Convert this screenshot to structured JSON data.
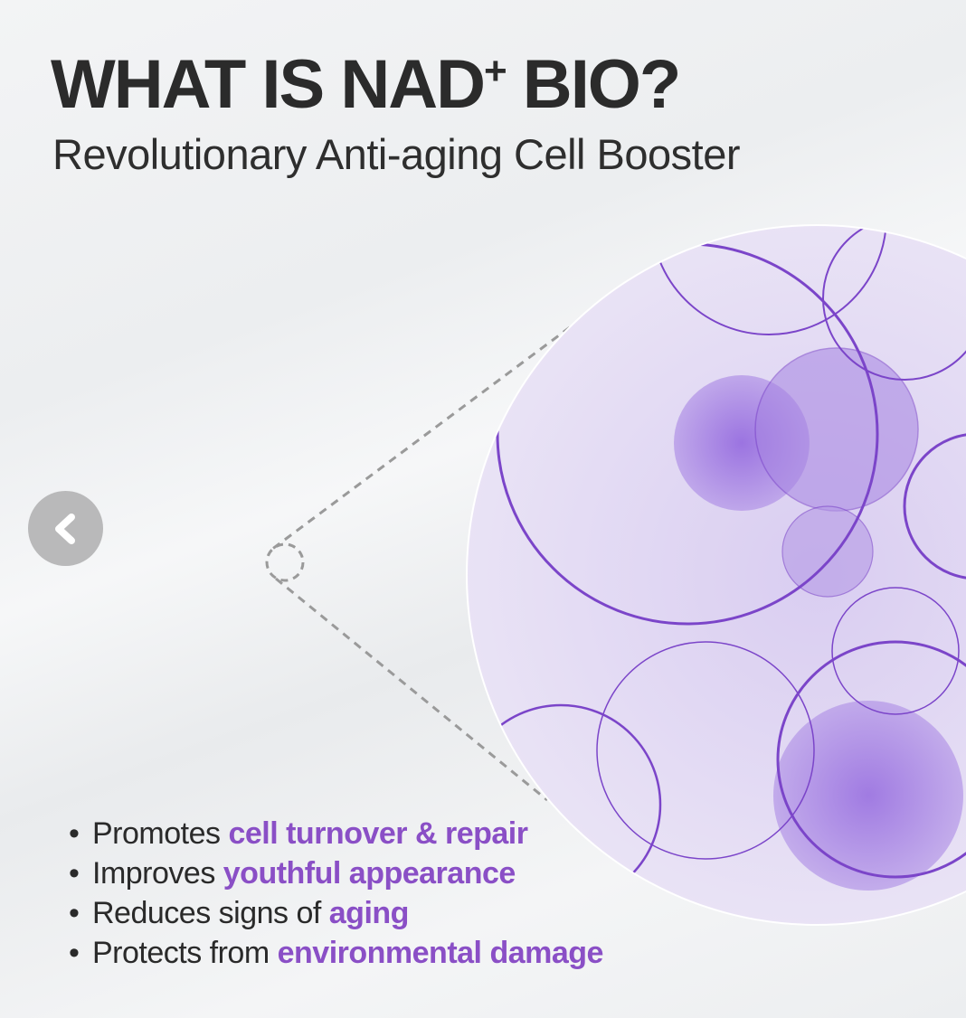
{
  "header": {
    "title_main": "WHAT IS NAD",
    "title_sup": "+",
    "title_end": " BIO?",
    "subtitle": "Revolutionary Anti-aging Cell Booster"
  },
  "carousel": {
    "prev_icon": "chevron-left-icon"
  },
  "colors": {
    "highlight": "#8a4fc6",
    "text": "#2b2b2b",
    "cell": "#7b45c9"
  },
  "benefits": [
    {
      "text": "Promotes ",
      "highlight": "cell turnover & repair"
    },
    {
      "text": "Improves ",
      "highlight": "youthful appearance"
    },
    {
      "text": "Reduces signs of ",
      "highlight": "aging"
    },
    {
      "text": "Protects from ",
      "highlight": "environmental damage"
    }
  ]
}
